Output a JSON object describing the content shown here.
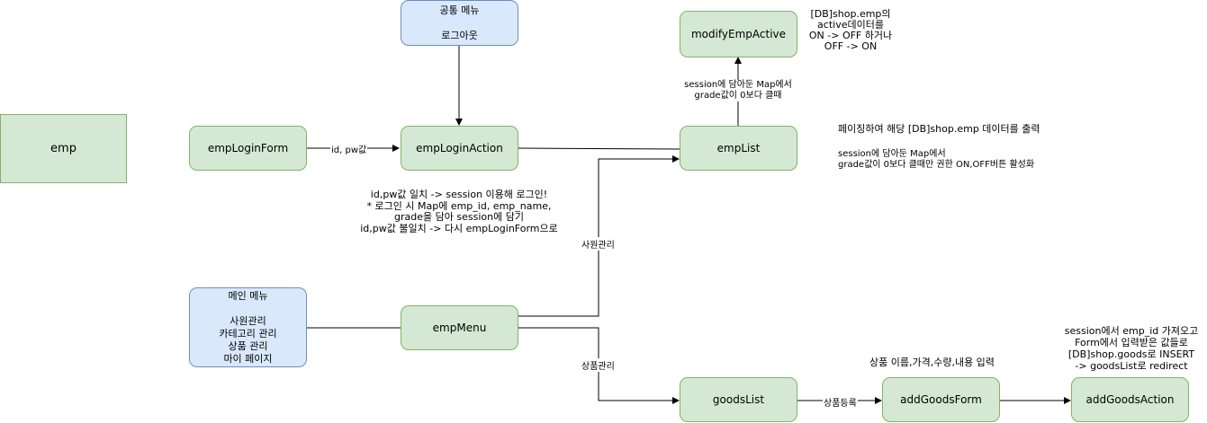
{
  "nodes": {
    "emp": "emp",
    "emp_login_form": "empLoginForm",
    "emp_login_action": "empLoginAction",
    "emp_list": "empList",
    "modify_emp_active": "modifyEmpActive",
    "emp_menu": "empMenu",
    "goods_list": "goodsList",
    "add_goods_form": "addGoodsForm",
    "add_goods_action": "addGoodsAction",
    "common_menu": {
      "title": "공통 메뉴",
      "item": "로그아웃"
    },
    "main_menu": {
      "title": "메인 메뉴",
      "items": [
        "사원관리",
        "카테고리 관리",
        "상품 관리",
        "마이 페이지"
      ]
    }
  },
  "edge_labels": {
    "login_to_action": "id, pw값",
    "list_to_modify": [
      "session에 담아둔 Map에서",
      "grade값이 0보다 클때"
    ],
    "menu_to_emp": "사원관리",
    "menu_to_goods": "상품관리",
    "goods_to_form": "상품등록"
  },
  "annotations": {
    "modify_note": [
      "[DB]shop.emp의",
      "active데이터를",
      "ON -> OFF 하거나",
      "OFF -> ON"
    ],
    "list_note1": "페이징하여 해당 [DB]shop.emp 데이터를 출력",
    "list_note2": [
      "session에 담아둔 Map에서",
      "grade값이 0보다 클때만 권한 ON,OFF버튼 활성화"
    ],
    "login_note": [
      "id,pw값 일치 -> session 이용해 로그인!",
      "* 로그인 시 Map에 emp_id, emp_name,",
      "grade을 담아 session에 담기",
      "id,pw값 불일치 -> 다시 empLoginForm으로"
    ],
    "add_form_note": "상품 이름,가격,수량,내용 입력",
    "add_action_note": [
      "session에서 emp_id 가져오고",
      "Form에서 입력받은 값들로",
      "[DB]shop.goods로 INSERT",
      "-> goodsList로 redirect"
    ]
  }
}
